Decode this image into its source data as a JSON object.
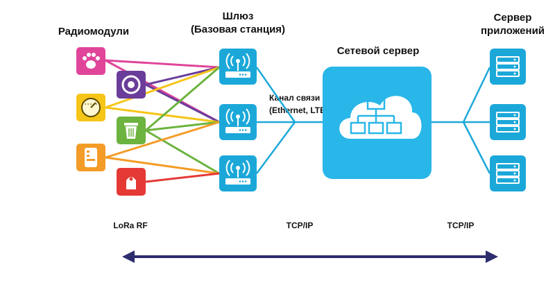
{
  "headings": {
    "radiomodules": "Радиомодули",
    "gateway_line1": "Шлюз",
    "gateway_line2": "(Базовая станция)",
    "network_server": "Сетевой сервер",
    "app_server_line1": "Сервер",
    "app_server_line2": "приложений"
  },
  "channel": {
    "line1": "Канал связи",
    "line2": "(Ethernet, LTE)"
  },
  "protocols": {
    "lora": "LoRa RF",
    "tcp_left": "TCP/IP",
    "tcp_right": "TCP/IP"
  },
  "devices": [
    {
      "name": "pet-tracker-icon",
      "color": "#e0459a"
    },
    {
      "name": "smoke-detector-icon",
      "color": "#6a3d9a"
    },
    {
      "name": "meter-gauge-icon",
      "color": "#f5c518"
    },
    {
      "name": "waste-bin-icon",
      "color": "#6cb33f"
    },
    {
      "name": "thermostat-icon",
      "color": "#f39c27"
    },
    {
      "name": "tag-tracker-icon",
      "color": "#e53935"
    }
  ],
  "gateways": [
    {
      "name": "gateway-1-icon"
    },
    {
      "name": "gateway-2-icon"
    },
    {
      "name": "gateway-3-icon"
    }
  ],
  "app_servers": [
    {
      "name": "app-server-1-icon"
    },
    {
      "name": "app-server-2-icon"
    },
    {
      "name": "app-server-3-icon"
    }
  ],
  "colors": {
    "accent": "#1ba8d9",
    "cloud": "#29b6e8",
    "arrow": "#2d2d6e"
  }
}
